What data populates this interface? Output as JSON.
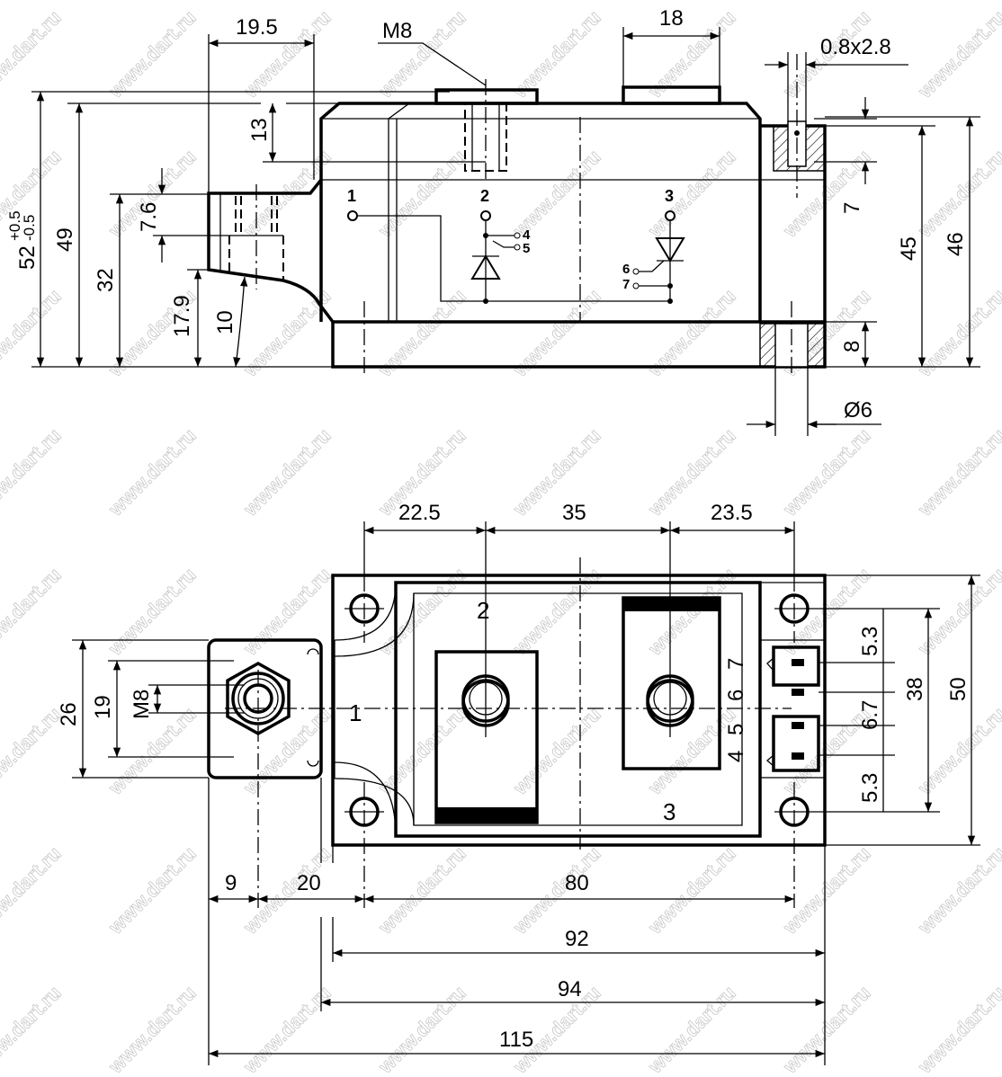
{
  "watermark": "www.dart.ru",
  "side_view": {
    "d19_5": "19.5",
    "m8": "M8",
    "d18": "18",
    "d0_8x2_8": "0.8x2.8",
    "d13": "13",
    "d7_6": "7.6",
    "d52": "52",
    "tol_plus": "+0.5",
    "tol_minus": "-0.5",
    "d49": "49",
    "d32": "32",
    "d17_9": "17.9",
    "d10": "10",
    "d7": "7",
    "d45": "45",
    "d46": "46",
    "d8": "8",
    "dia6": "Ø6",
    "pins": [
      "1",
      "2",
      "3",
      "4",
      "5",
      "6",
      "7"
    ]
  },
  "top_view": {
    "d22_5": "22.5",
    "d35": "35",
    "d23_5": "23.5",
    "d26": "26",
    "d19": "19",
    "m8": "M8",
    "d5_3a": "5.3",
    "d6_7": "6.7",
    "d5_3b": "5.3",
    "d38": "38",
    "d50": "50",
    "d9": "9",
    "d20": "20",
    "d80": "80",
    "d92": "92",
    "d94": "94",
    "d115": "115",
    "terminal_labels": [
      "1",
      "2",
      "3"
    ],
    "aux_pins": [
      "7",
      "6",
      "5",
      "4"
    ]
  }
}
